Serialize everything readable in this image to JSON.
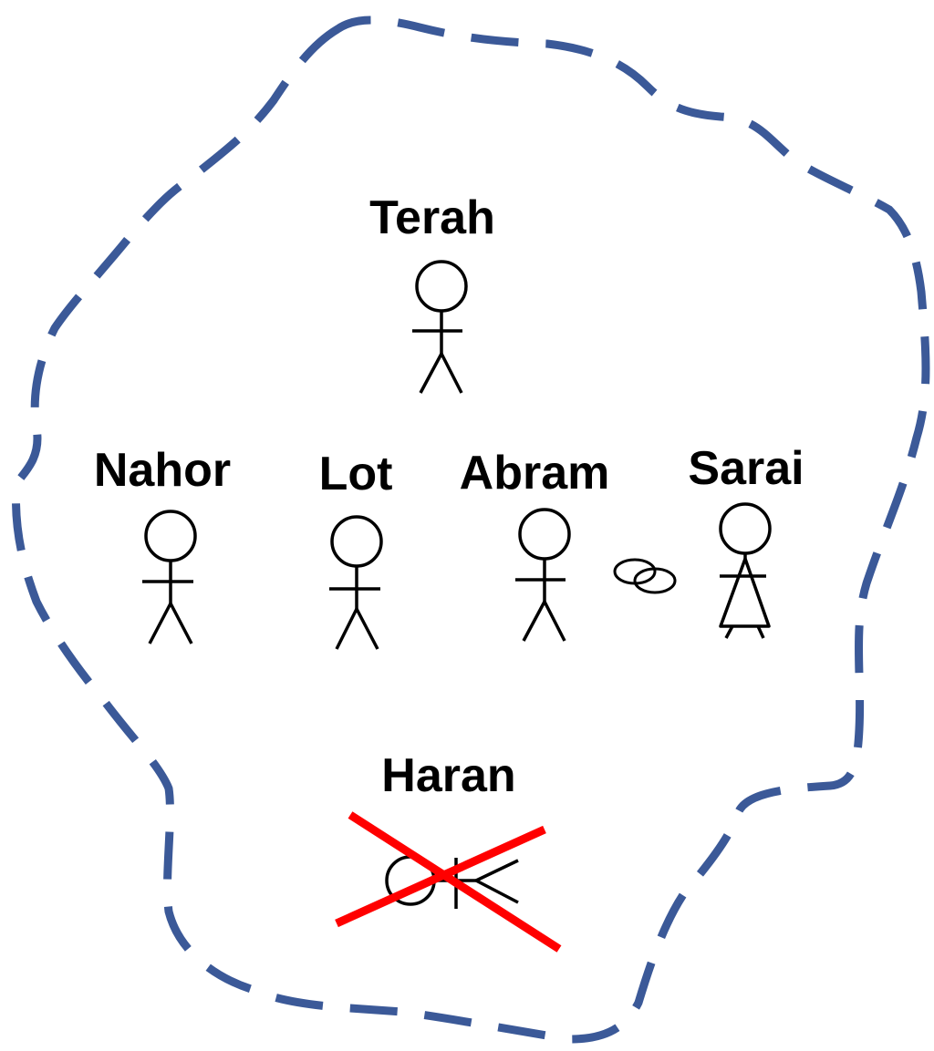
{
  "colors": {
    "boundary": "#3B5998",
    "figure": "#000000",
    "cross": "#FF0000",
    "background": "#FFFFFF"
  },
  "people": {
    "terah": {
      "name": "Terah",
      "icon": "male-stick-figure-icon"
    },
    "nahor": {
      "name": "Nahor",
      "icon": "male-stick-figure-icon"
    },
    "lot": {
      "name": "Lot",
      "icon": "male-stick-figure-icon"
    },
    "abram": {
      "name": "Abram",
      "icon": "male-stick-figure-icon"
    },
    "sarai": {
      "name": "Sarai",
      "icon": "female-stick-figure-icon"
    },
    "haran": {
      "name": "Haran",
      "icon": "fallen-stick-figure-icon",
      "status": "crossed-out"
    }
  },
  "marriage": {
    "between": [
      "Abram",
      "Sarai"
    ],
    "icon": "wedding-rings-icon"
  },
  "boundary": {
    "style": "dashed",
    "icon": "dashed-boundary-outline"
  }
}
